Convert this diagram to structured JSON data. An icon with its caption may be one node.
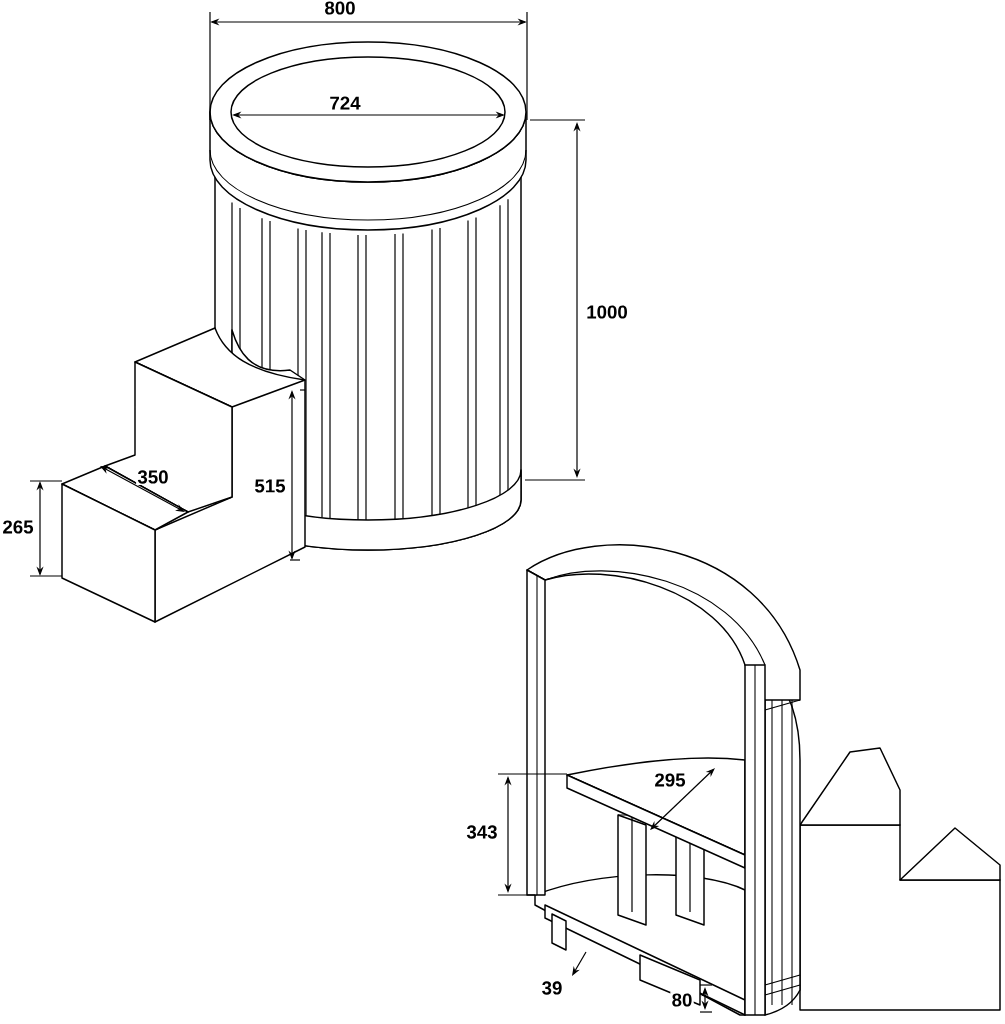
{
  "diagram": {
    "labels": [
      "800",
      "724",
      "1000",
      "350",
      "515",
      "265",
      "295",
      "343",
      "39",
      "80"
    ]
  }
}
